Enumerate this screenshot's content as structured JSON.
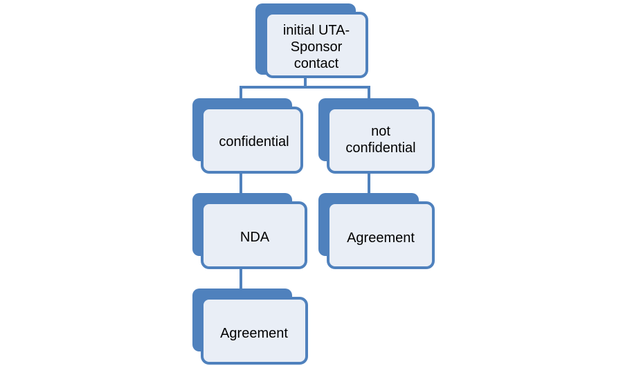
{
  "colors": {
    "accent": "#4f81bd",
    "node_fill": "#e9eef6",
    "background": "#ffffff",
    "text": "#000000"
  },
  "diagram": {
    "root": {
      "line1": "initial UTA-",
      "line2": "Sponsor",
      "line3": "contact"
    },
    "confidential": {
      "label": "confidential"
    },
    "not_confidential": {
      "line1": "not",
      "line2": "confidential"
    },
    "nda": {
      "label": "NDA"
    },
    "agreement_left": {
      "label": "Agreement"
    },
    "agreement_right": {
      "label": "Agreement"
    }
  }
}
